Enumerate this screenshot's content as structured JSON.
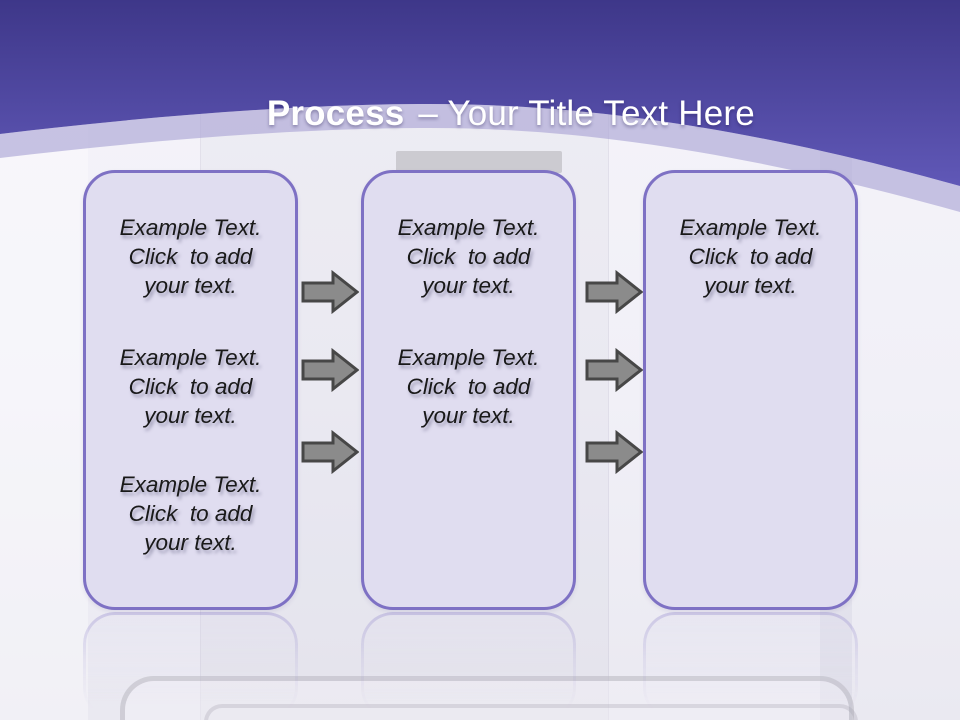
{
  "title": {
    "keyword": "Process",
    "text": "– Your Title Text Here"
  },
  "boxes": [
    {
      "label": "step-1",
      "blocks": [
        {
          "lines": [
            "Example Text.",
            "Click  to add",
            "your text."
          ]
        },
        {
          "lines": [
            "Example Text.",
            "Click  to add",
            "your text."
          ]
        },
        {
          "lines": [
            "Example Text.",
            "Click  to add",
            "your text."
          ]
        }
      ]
    },
    {
      "label": "step-2",
      "blocks": [
        {
          "lines": [
            "Example Text.",
            "Click  to add",
            "your text."
          ]
        },
        {
          "lines": [
            "Example Text.",
            "Click  to add",
            "your text."
          ]
        }
      ]
    },
    {
      "label": "step-3",
      "blocks": [
        {
          "lines": [
            "Example Text.",
            "Click  to add",
            "your text."
          ]
        }
      ]
    }
  ],
  "arrows": {
    "direction": "right",
    "count": 6
  },
  "colors": {
    "header_top": "#3e3789",
    "header_bottom": "#6058b7",
    "curve_band": "#aca6d6",
    "box_fill": "#e0ddf0",
    "box_border": "#7e71c4",
    "arrow_fill": "#8b8b8b",
    "arrow_outline": "#474747",
    "title_color": "#ffffff",
    "body_text": "#191919"
  }
}
